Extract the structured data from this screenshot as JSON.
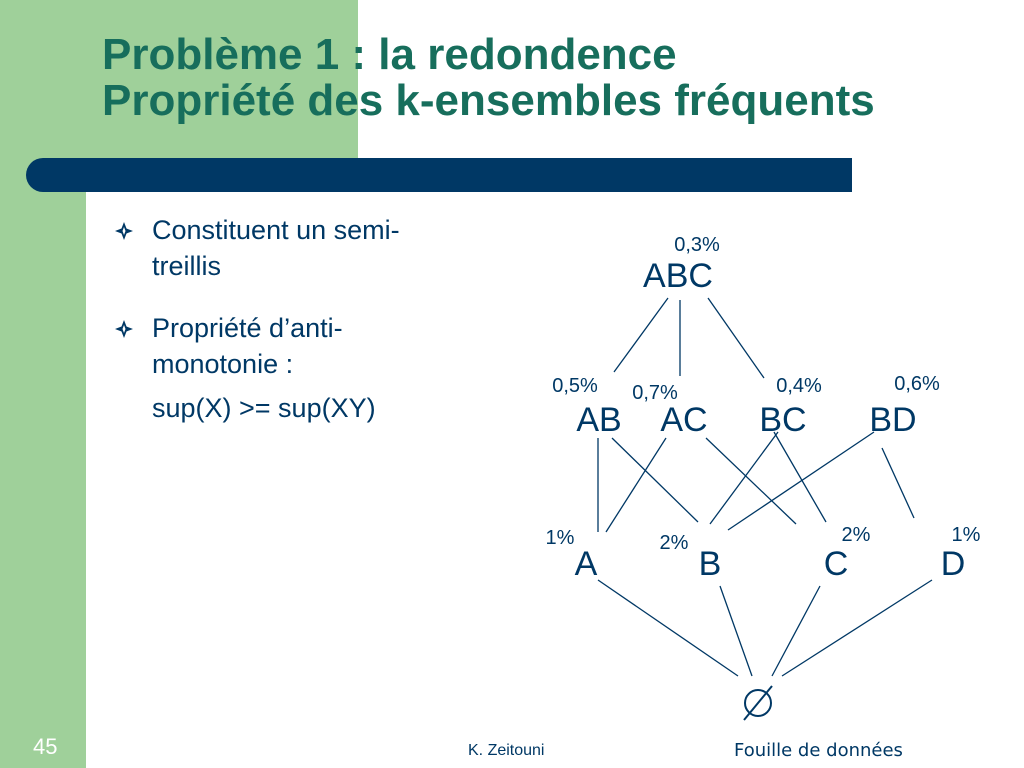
{
  "slide": {
    "title_line1": "Problème 1 : la redondence",
    "title_line2": "Propriété des k-ensembles fréquents",
    "number": "45"
  },
  "bullets": [
    {
      "text": "Constituent un semi-",
      "text2": "treillis"
    },
    {
      "text": "Propriété d’anti-",
      "text2": "monotonie :",
      "sub": "sup(X) >= sup(XY)"
    }
  ],
  "lattice": {
    "nodes": {
      "ABC": {
        "label": "ABC",
        "support": "0,3%"
      },
      "AB": {
        "label": "AB",
        "support": "0,5%"
      },
      "AC": {
        "label": "AC",
        "support": "0,7%"
      },
      "BC": {
        "label": "BC",
        "support": "0,4%"
      },
      "BD": {
        "label": "BD",
        "support": "0,6%"
      },
      "A": {
        "label": "A",
        "support": "1%"
      },
      "B": {
        "label": "B",
        "support": "2%"
      },
      "C": {
        "label": "C",
        "support": "2%"
      },
      "D": {
        "label": "D",
        "support": "1%"
      },
      "empty": {
        "label": "∅"
      }
    },
    "edges": [
      [
        "ABC",
        "AB"
      ],
      [
        "ABC",
        "AC"
      ],
      [
        "ABC",
        "BC"
      ],
      [
        "AB",
        "A"
      ],
      [
        "AB",
        "B"
      ],
      [
        "AC",
        "A"
      ],
      [
        "AC",
        "C"
      ],
      [
        "BC",
        "B"
      ],
      [
        "BC",
        "C"
      ],
      [
        "BD",
        "B"
      ],
      [
        "BD",
        "D"
      ],
      [
        "A",
        "empty"
      ],
      [
        "B",
        "empty"
      ],
      [
        "C",
        "empty"
      ],
      [
        "D",
        "empty"
      ]
    ],
    "line_color": "#003865",
    "text_color": "#003865"
  },
  "footer": {
    "author": "K. Zeitouni",
    "course": "Fouille de données"
  },
  "colors": {
    "accent_green": "#9fd09a",
    "title_green": "#176e5c",
    "navy": "#003865"
  }
}
